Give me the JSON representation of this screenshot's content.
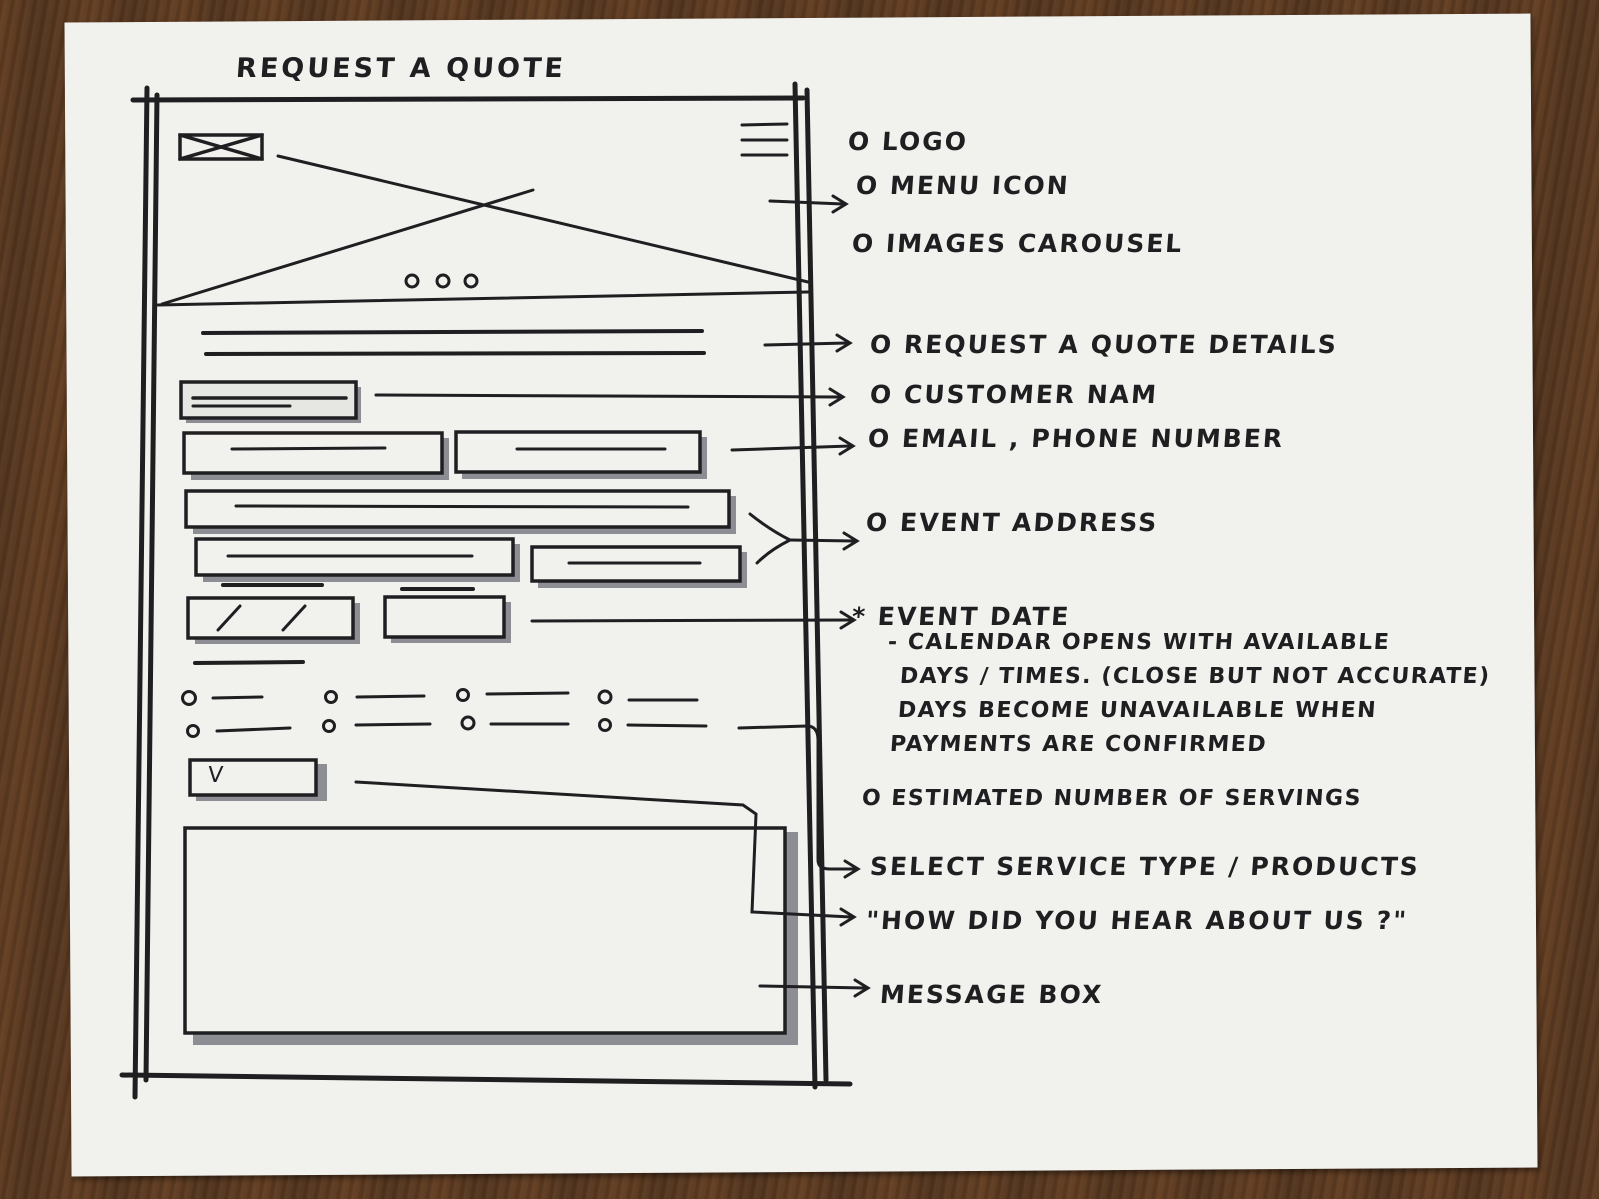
{
  "sketch": {
    "title": "REQUEST A QUOTE",
    "annotations": [
      "o LOGO",
      "o MENU ICON",
      "o IMAGES CAROUSEL",
      "o REQUEST A QUOTE DETAILS",
      "o CUSTOMER NAM",
      "o EMAIL , PHONE NUMBER",
      "o EVENT ADDRESS",
      "* EVENT DATE",
      "- CALENDAR OPENS WITH AVAILABLE",
      "DAYS / TIMES. (CLOSE BUT NOT ACCURATE)",
      "DAYS BECOME UNAVAILABLE WHEN",
      "PAYMENTS ARE CONFIRMED",
      "o ESTIMATED NUMBER OF SERVINGS",
      "SELECT SERVICE TYPE / PRODUCTS",
      "\"HOW DID YOU HEAR ABOUT US ?\"",
      "MESSAGE BOX"
    ],
    "dropdown_mark": "V"
  },
  "colors": {
    "ink": "#1f1f22",
    "marker_gray": "#8d8d94",
    "paper": "#f1f1ee",
    "wood": "#5a3b24"
  }
}
